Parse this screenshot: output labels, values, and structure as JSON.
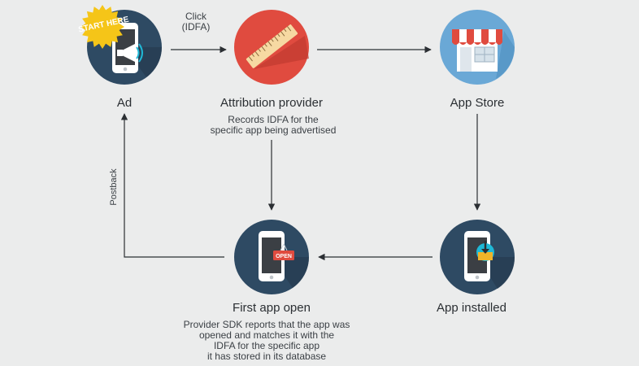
{
  "nodes": {
    "ad": {
      "label": "Ad",
      "badge": "START HERE"
    },
    "attribution": {
      "label": "Attribution provider",
      "desc": [
        "Records IDFA for the",
        "specific app being advertised"
      ]
    },
    "store": {
      "label": "App Store"
    },
    "first_open": {
      "label": "First app open",
      "desc": [
        "Provider SDK reports that the app was",
        "opened and matches it with the",
        "IDFA for the specific app",
        "it has stored in its database"
      ],
      "sign": "OPEN"
    },
    "installed": {
      "label": "App installed"
    }
  },
  "edges": {
    "click": [
      "Click",
      "(IDFA)"
    ],
    "postback": "Postback"
  },
  "colors": {
    "circle_dark": "#2e4a63",
    "circle_red": "#e04b3f",
    "circle_blue": "#6aa8d6",
    "badge": "#f5c518",
    "arrow": "#2b2f33",
    "background": "#ebecec"
  }
}
